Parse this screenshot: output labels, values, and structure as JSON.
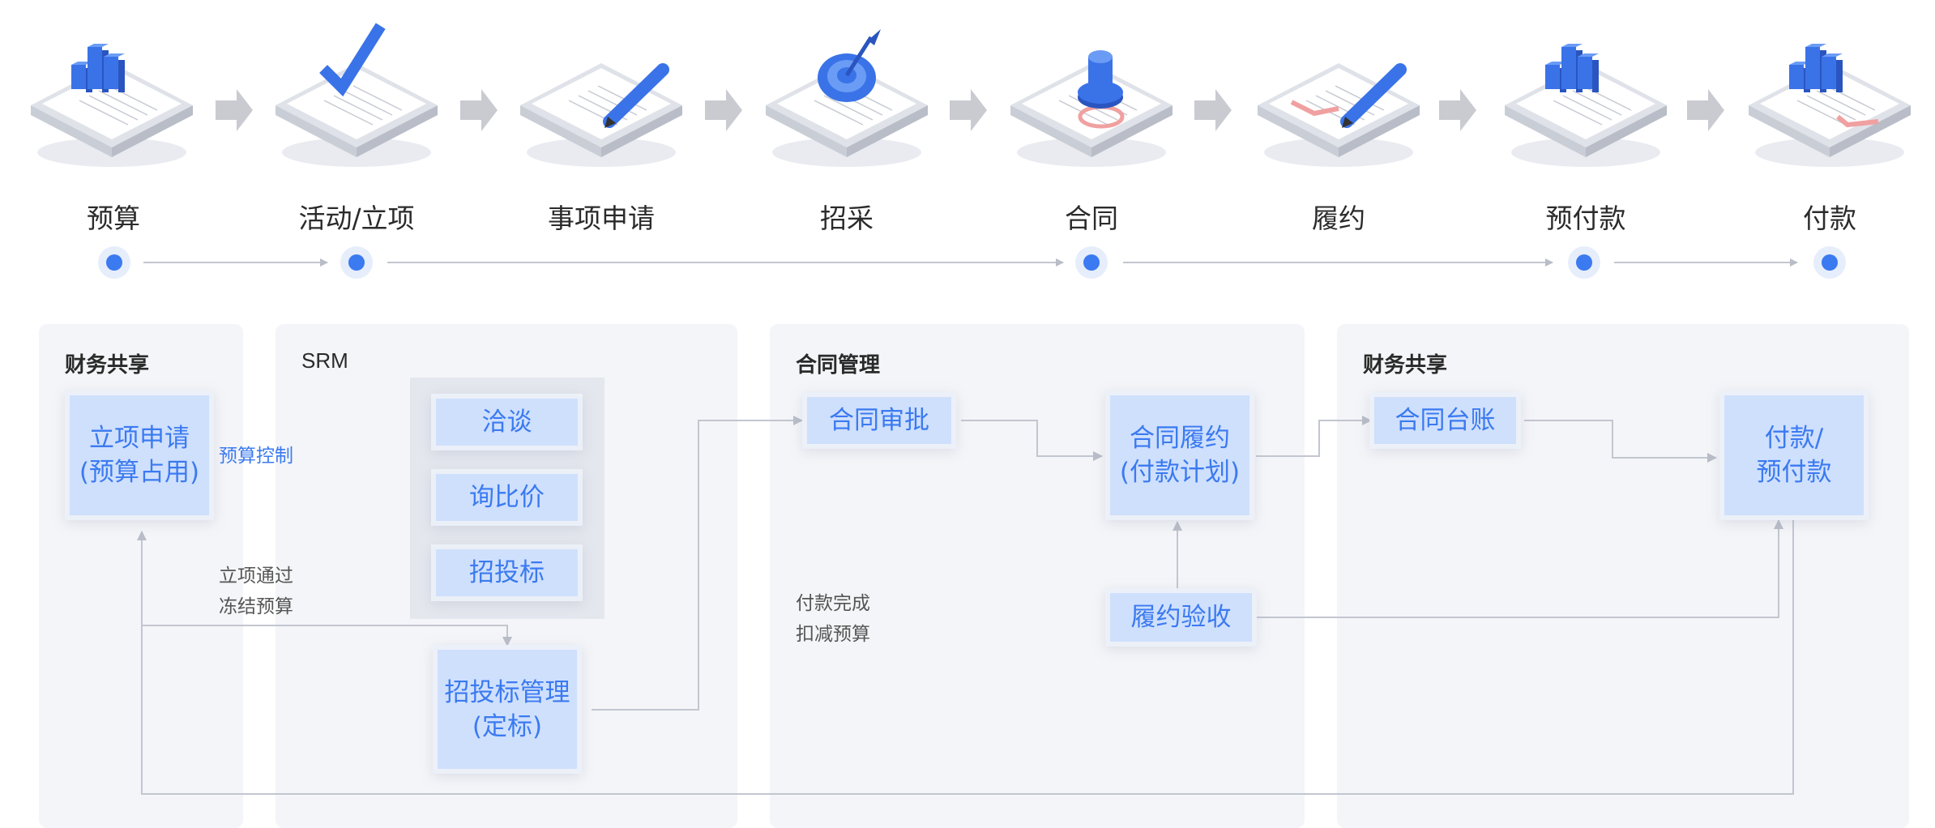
{
  "stages": [
    {
      "id": "budget",
      "label": "预算",
      "icon": "budget-bar-chart-icon"
    },
    {
      "id": "activity",
      "label": "活动/立项",
      "icon": "checkmark-document-icon"
    },
    {
      "id": "request",
      "label": "事项申请",
      "icon": "pen-document-icon"
    },
    {
      "id": "procure",
      "label": "招采",
      "icon": "target-document-icon"
    },
    {
      "id": "contract",
      "label": "合同",
      "icon": "stamp-document-icon"
    },
    {
      "id": "perform",
      "label": "履约",
      "icon": "pen-sign-document-icon"
    },
    {
      "id": "prepay",
      "label": "预付款",
      "icon": "bar-chart-document-icon"
    },
    {
      "id": "pay",
      "label": "付款",
      "icon": "chart-check-document-icon"
    }
  ],
  "panels": {
    "finance_left": {
      "title": "财务共享"
    },
    "srm": {
      "title": "SRM"
    },
    "contract_mgmt": {
      "title": "合同管理"
    },
    "finance_right": {
      "title": "财务共享"
    }
  },
  "boxes": {
    "project_apply": "立项申请\n(预算占用)",
    "negotiate": "洽谈",
    "compare_price": "询比价",
    "tender": "招投标",
    "tender_mgmt": "招投标管理\n(定标)",
    "contract_approve": "合同审批",
    "contract_perform": "合同履约\n(付款计划)",
    "perform_accept": "履约验收",
    "contract_ledger": "合同台账",
    "payment": "付款/\n预付款"
  },
  "notes": {
    "budget_control": "预算控制",
    "approve_freeze": "立项通过\n冻结预算",
    "pay_done_deduct": "付款完成\n扣减预算"
  },
  "colors": {
    "accent": "#3b7af0",
    "box_fill": "#cfe0fd",
    "panel_bg": "#f4f5f8",
    "line": "#c2c6d0",
    "arrow": "#c7c9cf"
  }
}
